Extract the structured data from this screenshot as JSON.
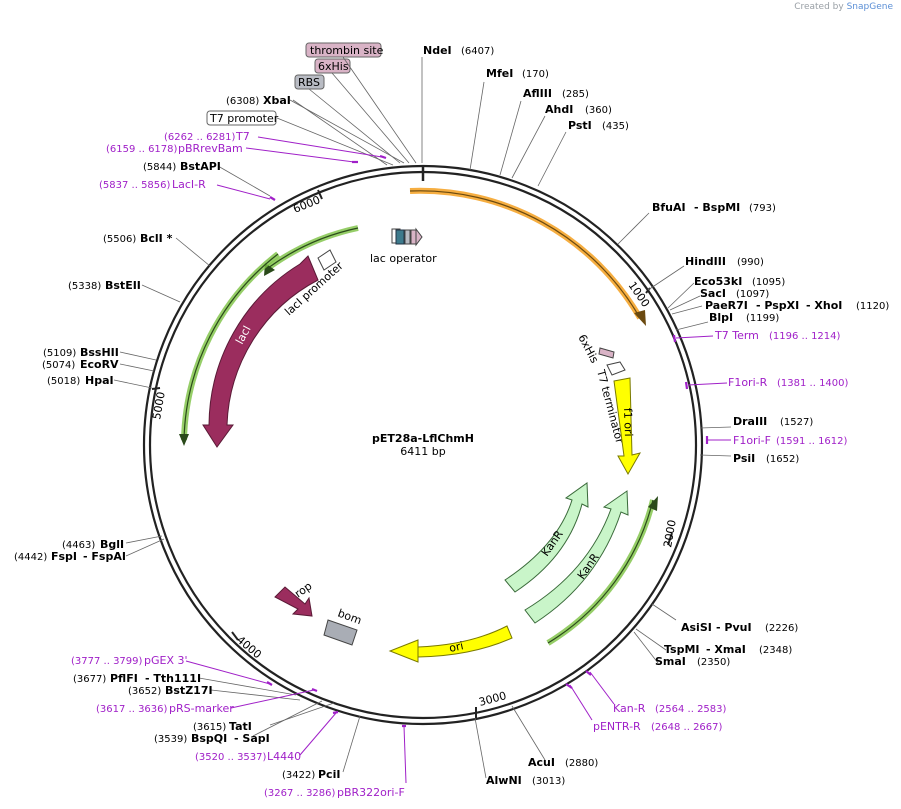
{
  "credit": {
    "prefix": "Created by",
    "brand": "SnapGene"
  },
  "plasmid": {
    "name": "pET28a-LflChmH",
    "size": "6411 bp"
  },
  "ticks": [
    "1000",
    "2000",
    "3000",
    "4000",
    "5000",
    "6000"
  ],
  "boxed_labels": [
    {
      "text": "thrombin site",
      "fill": "#d9b3c6"
    },
    {
      "text": "6xHis",
      "fill": "#d9b3c6"
    },
    {
      "text": "RBS",
      "fill": "#b9bcc4"
    },
    {
      "text": "T7 promoter",
      "fill": "#ffffff"
    }
  ],
  "sites": [
    {
      "name": "NdeI",
      "pos": "(6407)"
    },
    {
      "name": "MfeI",
      "pos": "(170)"
    },
    {
      "name": "AflIII",
      "pos": "(285)"
    },
    {
      "name": "AhdI",
      "pos": "(360)"
    },
    {
      "name": "PstI",
      "pos": "(435)"
    },
    {
      "name": "BfuAI",
      "name2": "- BspMI",
      "pos": "(793)"
    },
    {
      "name": "HindIII",
      "pos": "(990)"
    },
    {
      "name": "Eco53kI",
      "pos": "(1095)"
    },
    {
      "name": "SacI",
      "pos": "(1097)"
    },
    {
      "name": "PaeR7I",
      "name2": "- PspXI",
      "name3": "- XhoI",
      "pos": "(1120)"
    },
    {
      "name": "BlpI",
      "pos": "(1199)"
    },
    {
      "name": "DraIII",
      "pos": "(1527)"
    },
    {
      "name": "PsiI",
      "pos": "(1652)"
    },
    {
      "name": "AsiSI",
      "name2": "- PvuI",
      "pos": "(2226)"
    },
    {
      "name": "TspMI",
      "name2": "- XmaI",
      "pos": "(2348)"
    },
    {
      "name": "SmaI",
      "pos": "(2350)"
    },
    {
      "name": "AcuI",
      "pos": "(2880)"
    },
    {
      "name": "AlwNI",
      "pos": "(3013)"
    },
    {
      "name": "PciI",
      "pos": "(3422)"
    },
    {
      "name": "BspQI",
      "name2": "- SapI",
      "pos": "(3539)"
    },
    {
      "name": "TatI",
      "pos": "(3615)"
    },
    {
      "name": "BstZ17I",
      "pos": "(3652)"
    },
    {
      "name": "PflFI",
      "name2": "- Tth111I",
      "pos": "(3677)"
    },
    {
      "name": "FspI",
      "name2": "- FspAI",
      "pos": "(4442)"
    },
    {
      "name": "BglI",
      "pos": "(4463)"
    },
    {
      "name": "HpaI",
      "pos": "(5018)"
    },
    {
      "name": "EcoRV",
      "pos": "(5074)"
    },
    {
      "name": "BssHII",
      "pos": "(5109)"
    },
    {
      "name": "BstEII",
      "pos": "(5338)"
    },
    {
      "name": "BclI *",
      "pos": "(5506)"
    },
    {
      "name": "BstAPI",
      "pos": "(5844)"
    },
    {
      "name": "XbaI",
      "pos": "(6308)"
    }
  ],
  "primers": [
    {
      "name": "T7",
      "range": "(6262 .. 6281)"
    },
    {
      "name": "pBRrevBam",
      "range": "(6159 .. 6178)"
    },
    {
      "name": "LacI-R",
      "range": "(5837 .. 5856)"
    },
    {
      "name": "T7 Term",
      "range": "(1196 .. 1214)"
    },
    {
      "name": "F1ori-R",
      "range": "(1381 .. 1400)"
    },
    {
      "name": "F1ori-F",
      "range": "(1591 .. 1612)"
    },
    {
      "name": "Kan-R",
      "range": "(2564 .. 2583)"
    },
    {
      "name": "pENTR-R",
      "range": "(2648 .. 2667)"
    },
    {
      "name": "pBR322ori-F",
      "range": "(3267 .. 3286)"
    },
    {
      "name": "L4440",
      "range": "(3520 .. 3537)"
    },
    {
      "name": "pRS-marker",
      "range": "(3617 .. 3636)"
    },
    {
      "name": "pGEX 3'",
      "range": "(3777 .. 3799)"
    }
  ],
  "features": [
    {
      "name": "lac operator"
    },
    {
      "name": "lacI promoter"
    },
    {
      "name": "lacI",
      "color": "#9b2d5e"
    },
    {
      "name": "6xHis"
    },
    {
      "name": "T7 terminator"
    },
    {
      "name": "f1 ori",
      "color": "#ffff00"
    },
    {
      "name": "KanR",
      "color": "#c9f5c9"
    },
    {
      "name": "KanR",
      "color": "#c9f5c9"
    },
    {
      "name": "ori",
      "color": "#ffff00"
    },
    {
      "name": "rop",
      "color": "#9b2d5e"
    },
    {
      "name": "bom",
      "color": "#a9adb5"
    }
  ],
  "colors": {
    "primer": "#a020c8",
    "orf_orange": "#f5a020",
    "orf_green": "#7cc242",
    "backbone": "#222222"
  }
}
